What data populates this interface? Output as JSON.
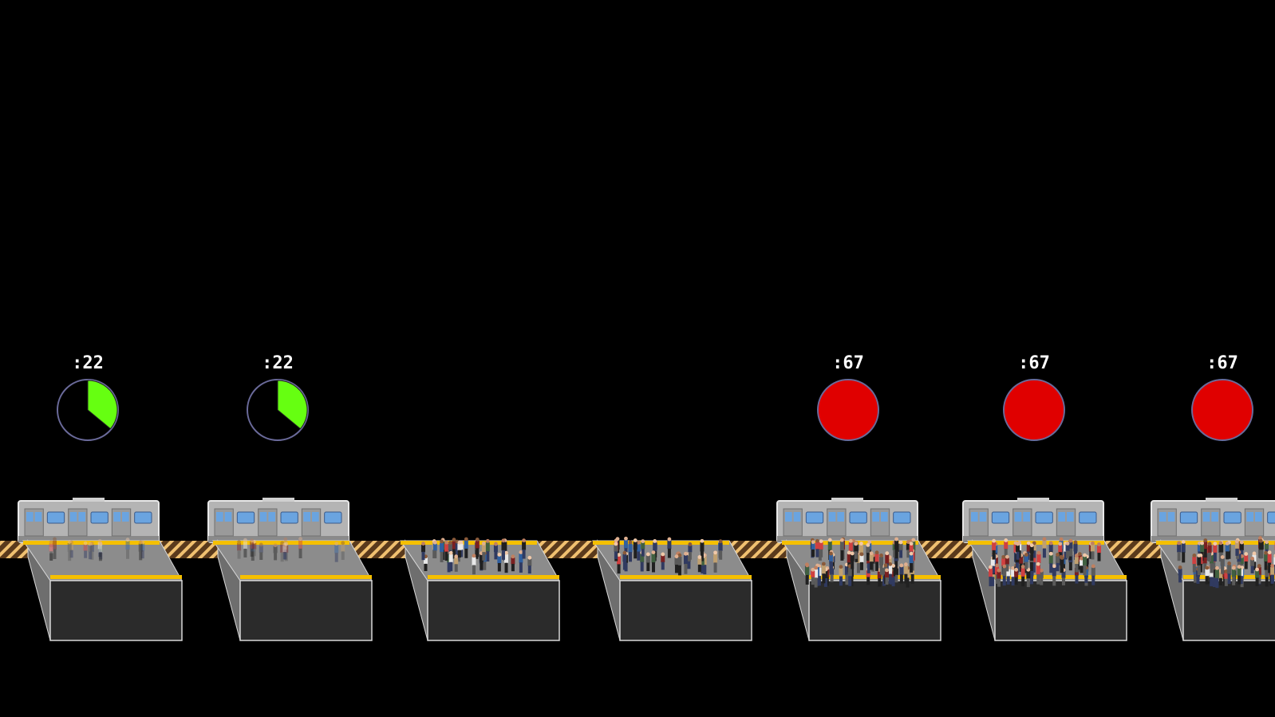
{
  "colors": {
    "background": "#000000",
    "timer_go": "#66ff11",
    "timer_stop": "#e00000",
    "timer_ring": "#6a6a9a",
    "platform_top": "#8c8c8c",
    "platform_side": "#6e6e6e",
    "platform_front": "#2b2b2b",
    "platform_edge_line": "#f5c000",
    "track_stripe_a": "#5a3a1c",
    "track_stripe_b": "#f0c070",
    "train_body": "#b4b4b4",
    "train_window": "#6aa4e0"
  },
  "stations": [
    {
      "train": true,
      "crowd": "light",
      "timer": {
        "label": ":22",
        "state": "go",
        "fraction": 0.36
      }
    },
    {
      "train": true,
      "crowd": "light",
      "timer": {
        "label": ":22",
        "state": "go",
        "fraction": 0.36
      }
    },
    {
      "train": false,
      "crowd": "medium",
      "timer": null
    },
    {
      "train": false,
      "crowd": "medium",
      "timer": null
    },
    {
      "train": true,
      "crowd": "heavy",
      "timer": {
        "label": ":67",
        "state": "stop",
        "fraction": 1
      }
    },
    {
      "train": true,
      "crowd": "heavy",
      "timer": {
        "label": ":67",
        "state": "stop",
        "fraction": 1
      }
    },
    {
      "train": true,
      "crowd": "heavy",
      "timer": {
        "label": ":67",
        "state": "stop",
        "fraction": 1
      }
    }
  ],
  "icons": {
    "timer": "pie-timer-icon",
    "train": "subway-car-icon",
    "crowd": "crowd-icon"
  }
}
